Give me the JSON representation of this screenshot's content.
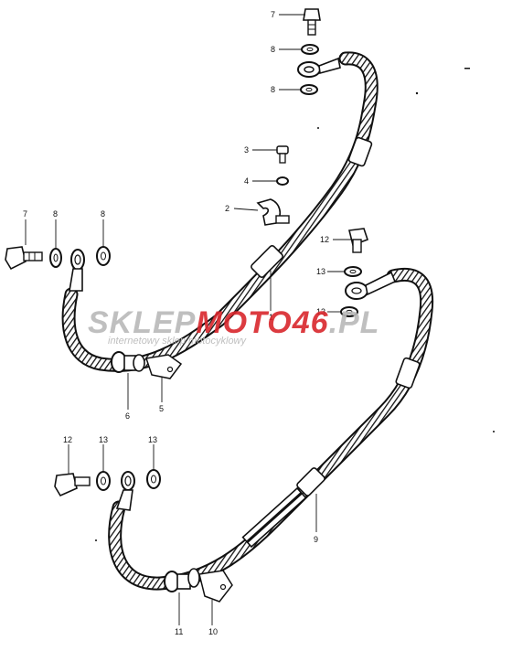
{
  "diagram": {
    "callouts": [
      {
        "id": "c7a",
        "text": "7"
      },
      {
        "id": "c8a",
        "text": "8"
      },
      {
        "id": "c8b",
        "text": "8"
      },
      {
        "id": "c3",
        "text": "3"
      },
      {
        "id": "c4",
        "text": "4"
      },
      {
        "id": "c2",
        "text": "2"
      },
      {
        "id": "c1",
        "text": "1"
      },
      {
        "id": "c7b",
        "text": "7"
      },
      {
        "id": "c8c",
        "text": "8"
      },
      {
        "id": "c8d",
        "text": "8"
      },
      {
        "id": "c6",
        "text": "6"
      },
      {
        "id": "c5",
        "text": "5"
      },
      {
        "id": "c12a",
        "text": "12"
      },
      {
        "id": "c13a",
        "text": "13"
      },
      {
        "id": "c13b",
        "text": "13"
      },
      {
        "id": "c12b",
        "text": "12"
      },
      {
        "id": "c13c",
        "text": "13"
      },
      {
        "id": "c13d",
        "text": "13"
      },
      {
        "id": "c9",
        "text": "9"
      },
      {
        "id": "c11",
        "text": "11"
      },
      {
        "id": "c10",
        "text": "10"
      }
    ]
  },
  "watermark": {
    "brand_left": "SKLEP",
    "brand_mid": "MOTO",
    "brand_num": "46",
    "brand_tld": ".PL",
    "tagline": "internetowy sklep motocyklowy",
    "colors": {
      "gray": "#b9b9b9",
      "red": "#d9262c"
    }
  }
}
